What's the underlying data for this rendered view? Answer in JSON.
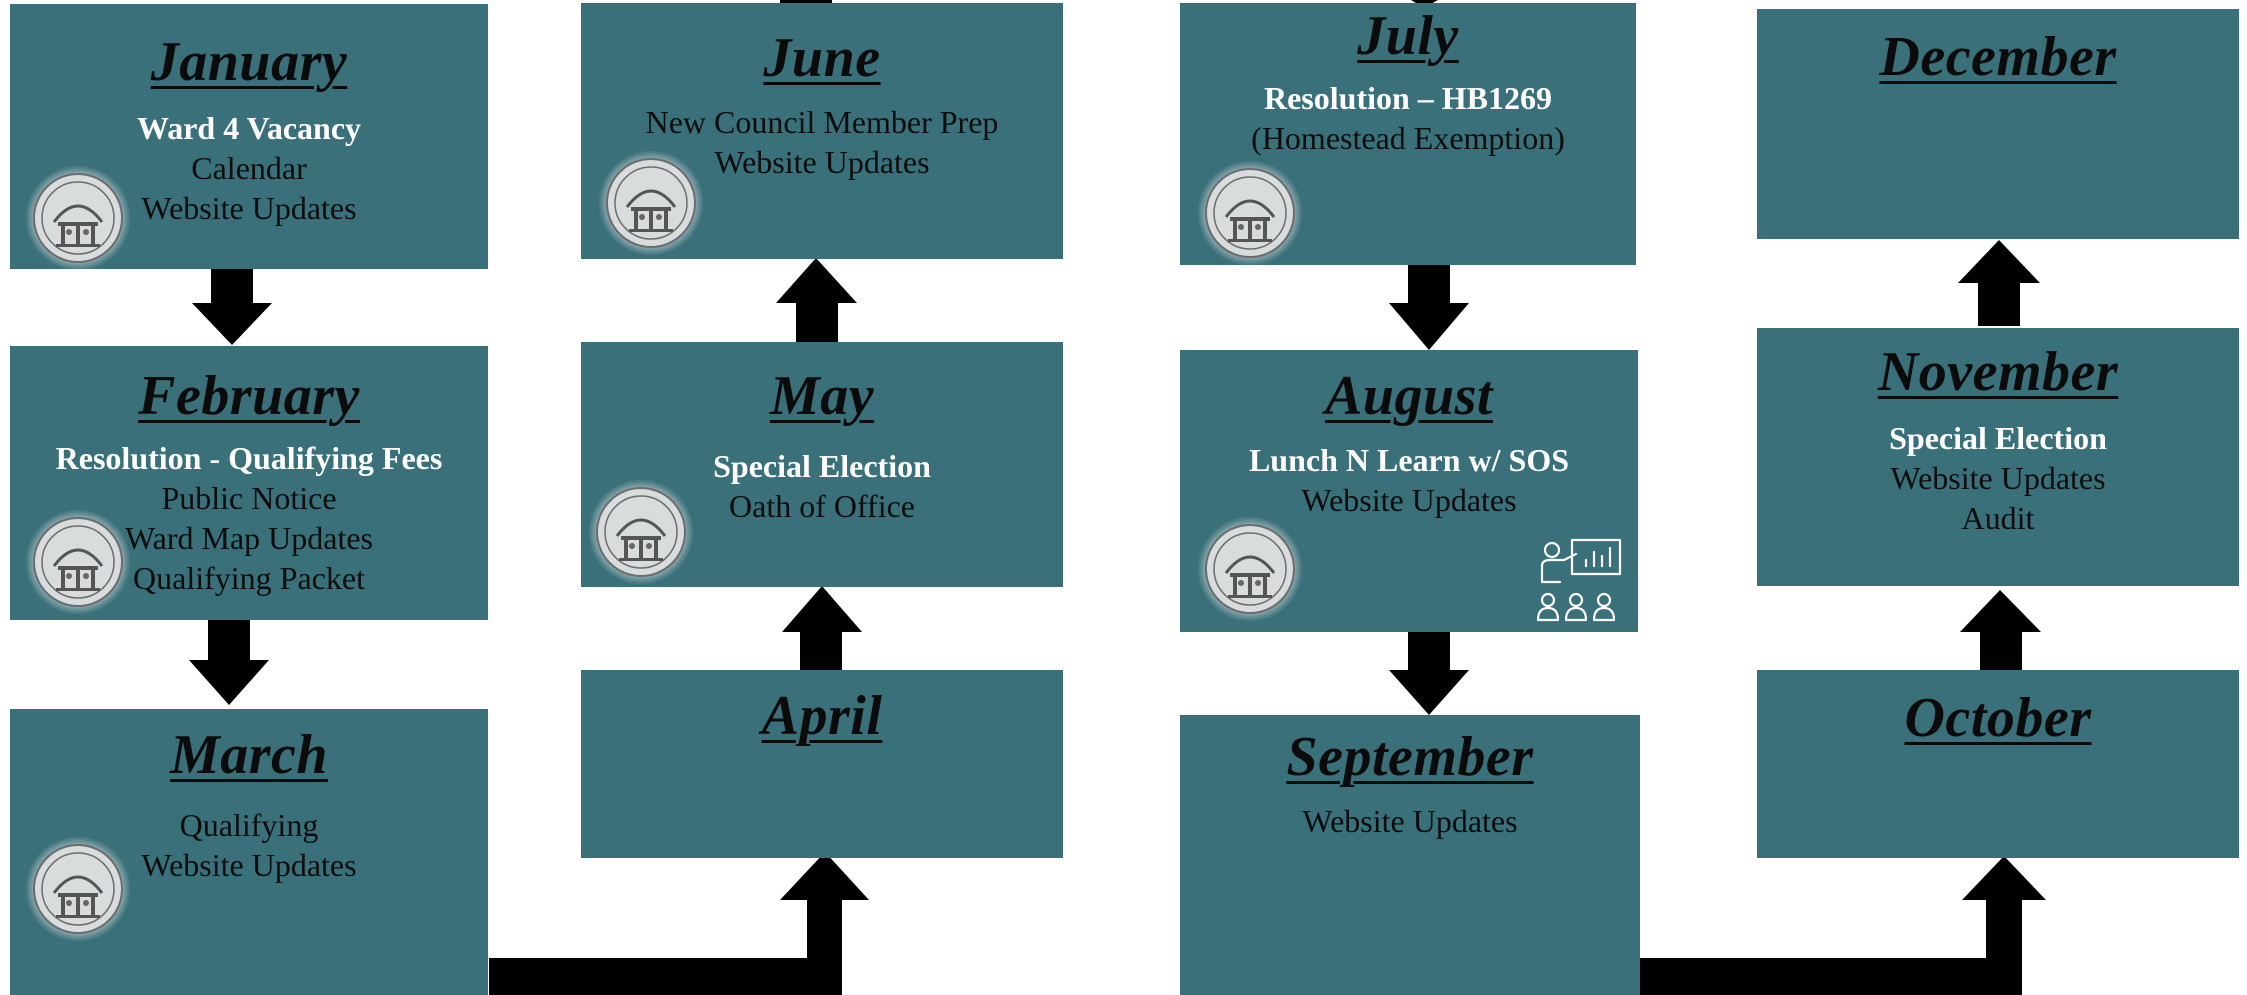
{
  "colors": {
    "box": "#3a707a",
    "arrow": "#000000",
    "emphasis_text": "#ffffff",
    "text": "#0d0d0d"
  },
  "months": [
    {
      "key": "january",
      "title": "January",
      "items": [
        {
          "text": "Ward 4 Vacancy",
          "em": true
        },
        {
          "text": "Calendar",
          "em": false
        },
        {
          "text": "Website Updates",
          "em": false
        }
      ]
    },
    {
      "key": "february",
      "title": "February",
      "items": [
        {
          "text": "Resolution - Qualifying Fees",
          "em": true
        },
        {
          "text": "Public Notice",
          "em": false
        },
        {
          "text": "Ward Map Updates",
          "em": false
        },
        {
          "text": "Qualifying Packet",
          "em": false
        }
      ]
    },
    {
      "key": "march",
      "title": "March",
      "items": [
        {
          "text": "Qualifying",
          "em": false
        },
        {
          "text": "Website Updates",
          "em": false
        }
      ]
    },
    {
      "key": "april",
      "title": "April",
      "items": []
    },
    {
      "key": "may",
      "title": "May",
      "items": [
        {
          "text": "Special Election",
          "em": true
        },
        {
          "text": "Oath of Office",
          "em": false
        }
      ]
    },
    {
      "key": "june",
      "title": "June",
      "items": [
        {
          "text": "New Council Member Prep",
          "em": false
        },
        {
          "text": "Website Updates",
          "em": false
        }
      ]
    },
    {
      "key": "july",
      "title": "July",
      "items": [
        {
          "text": "Resolution – HB1269",
          "em": true
        },
        {
          "text": "(Homestead Exemption)",
          "em": false
        }
      ]
    },
    {
      "key": "august",
      "title": "August",
      "items": [
        {
          "text": "Lunch N Learn w/ SOS",
          "em": true
        },
        {
          "text": "Website Updates",
          "em": false
        }
      ]
    },
    {
      "key": "september",
      "title": "September",
      "items": [
        {
          "text": "Website Updates",
          "em": false
        }
      ]
    },
    {
      "key": "october",
      "title": "October",
      "items": []
    },
    {
      "key": "november",
      "title": "November",
      "items": [
        {
          "text": "Special Election",
          "em": true
        },
        {
          "text": "Website Updates",
          "em": false
        },
        {
          "text": "Audit",
          "em": false
        }
      ]
    },
    {
      "key": "december",
      "title": "December",
      "items": []
    }
  ],
  "icons": {
    "seal": "state-seal-icon",
    "presentation": "presentation-audience-icon"
  }
}
